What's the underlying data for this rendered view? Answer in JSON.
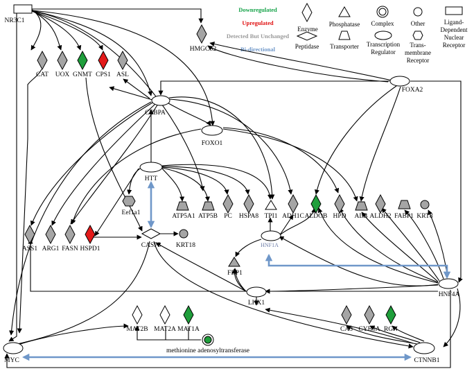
{
  "legend": {
    "downregulated": "Downregulated",
    "upregulated": "Upregulated",
    "unchanged": "Detected But Unchanged",
    "bidirectional": "Bi-directional",
    "enzyme": "Enzyme",
    "phosphatase": "Phosphatase",
    "complex": "Complex",
    "other": "Other",
    "ligand_line1": "Ligand-",
    "ligand_line2": "Dependent",
    "ligand_line3": "Nuclear",
    "ligand_line4": "Receptor",
    "peptidase": "Peptidase",
    "transporter": "Transporter",
    "treg_line1": "Transcription",
    "treg_line2": "Regulator",
    "tm_line1": "Trans-",
    "tm_line2": "membrane",
    "tm_line3": "Receptor"
  },
  "colors": {
    "down": "#17a34a",
    "up": "#e01010",
    "unchanged": "#9b9b9b",
    "bidirectional": "#6f97c9",
    "node_fill_down": "#1f9e3b",
    "node_fill_up": "#e31a1a",
    "node_fill_unchanged": "#a5a5a5"
  },
  "nodes": {
    "NR3C1": "NR3C1",
    "HMGCS2": "HMGCS2",
    "CAT": "CAT",
    "UOX": "UOX",
    "GNMT": "GNMT",
    "CPS1": "CPS1",
    "ASL": "ASL",
    "FOXA2": "FOXA2",
    "CEBPA": "CEBPA",
    "FOXO1": "FOXO1",
    "HTT": "HTT",
    "Eef1a1": "Eef1a1",
    "ATP5A1": "ATP5A1",
    "ATP5B": "ATP5B",
    "PC": "PC",
    "HSPA8": "HSPA8",
    "TPI1": "TPI1",
    "ADH1C": "ADH1C",
    "ALDOB": "ALDOB",
    "HPD": "HPD",
    "ALB": "ALB",
    "ALDH2": "ALDH2",
    "FABP1": "FABP1",
    "KRT8": "KRT8",
    "ASS1": "ASS1",
    "ARG1": "ARG1",
    "FASN": "FASN",
    "HSPD1": "HSPD1",
    "CASP3": "CASP3",
    "KRT18": "KRT18",
    "HNF1A": "HNF1A",
    "FBP1": "FBP1",
    "LHX1": "LHX1",
    "HNF4A": "HNF4A",
    "MAT2B": "MAT2B",
    "MAT2A": "MAT2A",
    "MAT1A": "MAT1A",
    "MAT_complex": "methionine adenosyltransferase",
    "CA3": "CA3",
    "CYB5A": "CYB5A",
    "RGN": "RGN",
    "MYC": "MYC",
    "CTNNB1": "CTNNB1"
  }
}
